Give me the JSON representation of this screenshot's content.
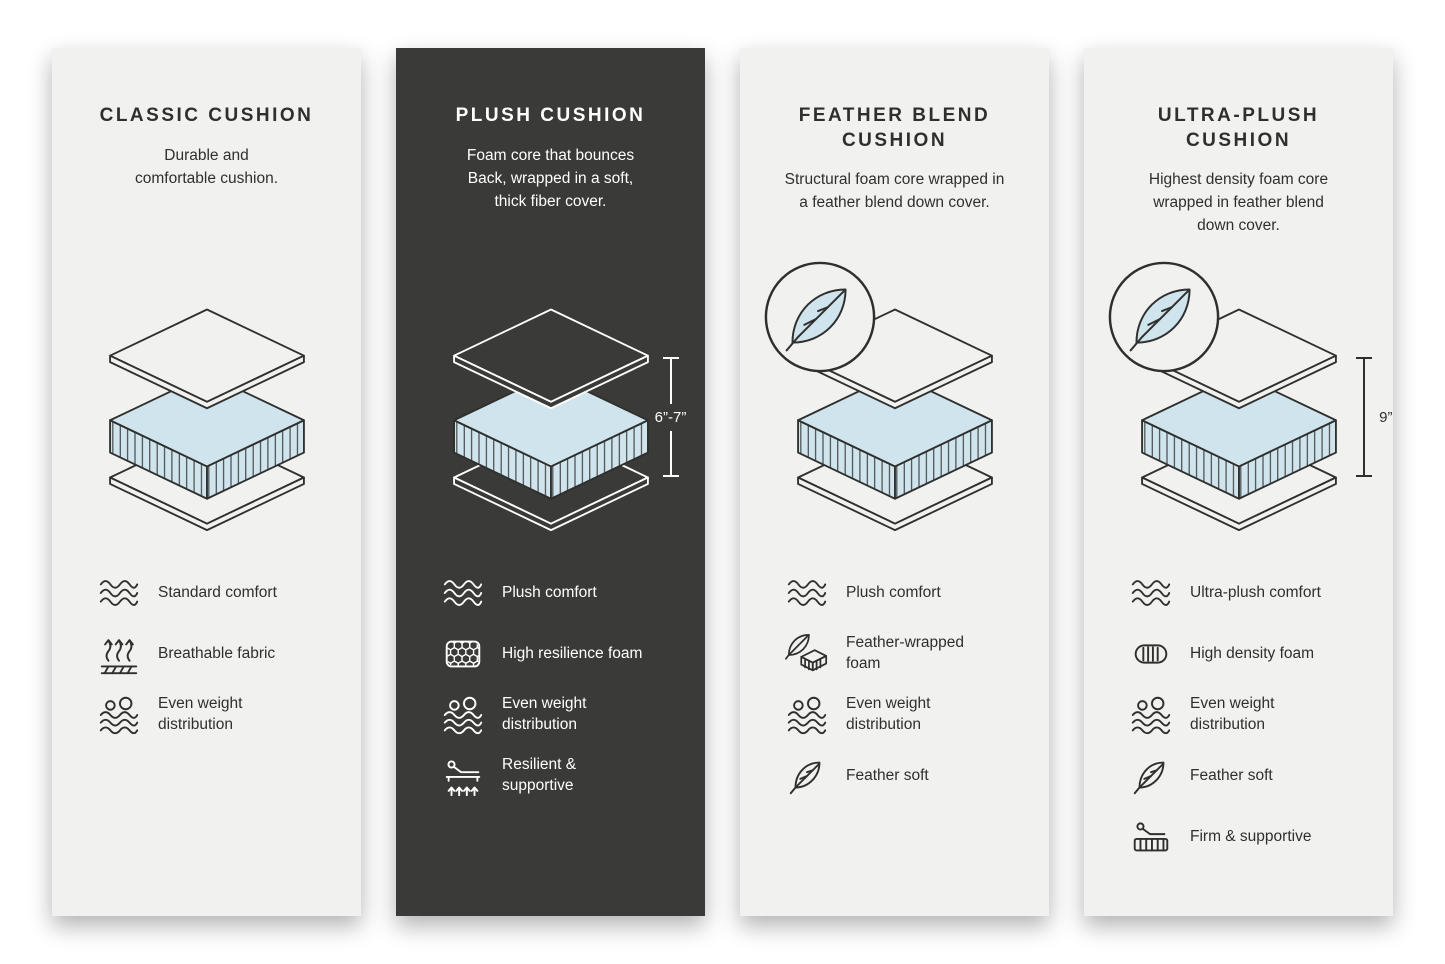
{
  "colors": {
    "page_background": "#ffffff",
    "card_light": "#f1f1ef",
    "card_dark": "#3a3a38",
    "foam_fill": "#cfe4ec",
    "ink": "#2f2f2e"
  },
  "cards": [
    {
      "title": "CLASSIC CUSHION",
      "description": "Durable and\ncomfortable cushion.",
      "features": [
        {
          "icon": "wave-icon",
          "label": "Standard comfort"
        },
        {
          "icon": "breathable-icon",
          "label": "Breathable fabric"
        },
        {
          "icon": "even-weight-icon",
          "label": "Even weight distribution"
        }
      ]
    },
    {
      "title": "PLUSH CUSHION",
      "description": "Foam core that bounces\nBack, wrapped in a soft,\nthick fiber cover.",
      "measurement": "6”-7”",
      "features": [
        {
          "icon": "wave-icon",
          "label": "Plush comfort"
        },
        {
          "icon": "honeycomb-icon",
          "label": "High resilience foam"
        },
        {
          "icon": "even-weight-icon",
          "label": "Even weight distribution"
        },
        {
          "icon": "recline-arrows-icon",
          "label": "Resilient & supportive"
        }
      ]
    },
    {
      "title": "FEATHER BLEND\nCUSHION",
      "description": "Structural foam core wrapped in\na feather blend down cover.",
      "badge_icon": "feather-circle-icon",
      "features": [
        {
          "icon": "wave-icon",
          "label": "Plush comfort"
        },
        {
          "icon": "feather-foam-icon",
          "label": "Feather-wrapped foam"
        },
        {
          "icon": "even-weight-icon",
          "label": "Even weight distribution"
        },
        {
          "icon": "feather-icon",
          "label": "Feather soft"
        }
      ]
    },
    {
      "title": "ULTRA-PLUSH\nCUSHION",
      "description": "Highest density foam core\nwrapped in feather blend\ndown cover.",
      "badge_icon": "feather-circle-icon",
      "measurement": "9”",
      "features": [
        {
          "icon": "wave-icon",
          "label": "Ultra-plush comfort"
        },
        {
          "icon": "density-icon",
          "label": "High density foam"
        },
        {
          "icon": "even-weight-icon",
          "label": "Even weight distribution"
        },
        {
          "icon": "feather-icon",
          "label": "Feather soft"
        },
        {
          "icon": "firm-icon",
          "label": "Firm & supportive"
        }
      ]
    }
  ]
}
